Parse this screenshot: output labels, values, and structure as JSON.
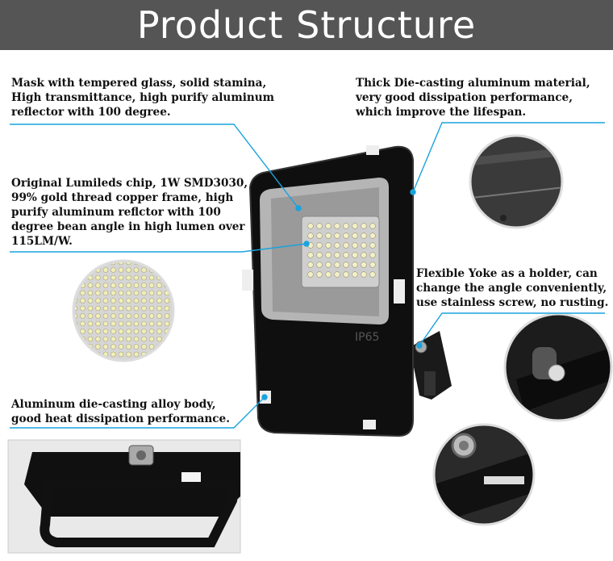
{
  "header": {
    "title": "Product Structure"
  },
  "colors": {
    "banner": "#555555",
    "accent": "#1aa3dd",
    "housing": "#111111",
    "reflector": "#b5b5b5"
  },
  "panel_label": "IP65",
  "callouts": {
    "mask": {
      "lines": [
        "Mask with tempered glass, solid stamina,",
        "High transmittance, high purify aluminum",
        "reflector with 100 degree."
      ]
    },
    "housing": {
      "lines": [
        "Thick Die-casting aluminum material,",
        "very good dissipation performance,",
        "which improve the lifespan."
      ]
    },
    "chip": {
      "lines": [
        "Original Lumileds chip, 1W SMD3030,",
        "99% gold thread copper frame, high",
        "purify aluminum reflctor with 100",
        "degree bean angle in high lumen over",
        "115LM/W."
      ]
    },
    "yoke": {
      "lines": [
        "Flexible Yoke as a holder, can",
        "change the angle conveniently,",
        "use stainless screw, no rusting."
      ]
    },
    "body": {
      "lines": [
        "Aluminum die-casting alloy body,",
        "good heat dissipation performance."
      ]
    }
  }
}
